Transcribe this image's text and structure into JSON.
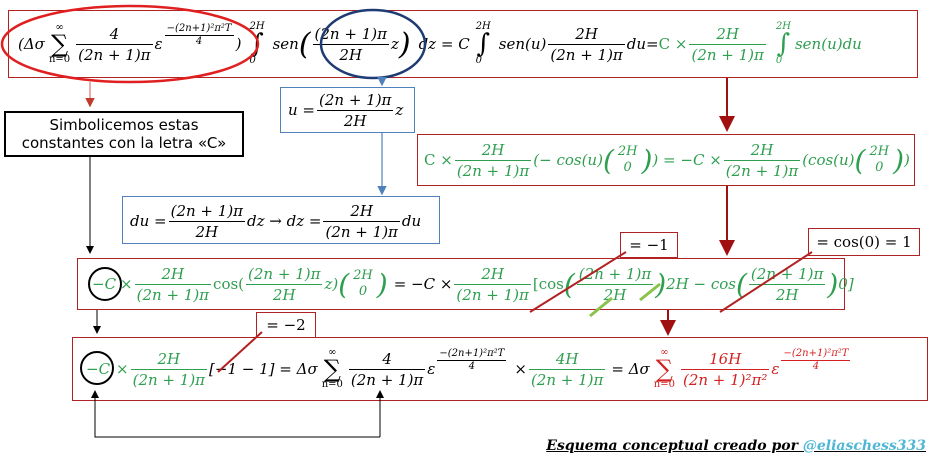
{
  "row1": {
    "lhs_open": "(Δσ",
    "sum_top": "∞",
    "sum_sym": "∑",
    "sum_bottom": "n=0",
    "coef_num": "4",
    "coef_den": "(2n + 1)π",
    "exp_base": "ε",
    "exp_num": "−(2n+1)²π²T",
    "exp_den": "4",
    "lhs_close": ")",
    "integral_top": "2H",
    "integral_bottom": "0",
    "sen": "sen",
    "arg_num": "(2n + 1)π",
    "arg_den": "2H",
    "arg_var": "z",
    "dz_eq_c": "dz = C",
    "sen_u": "sen(u)",
    "factor_num": "2H",
    "factor_den": "(2n + 1)π",
    "du_eq": "du=",
    "c_times": "C ×",
    "tail": "sen(u)du"
  },
  "const_label": "Simbolicemos estas constantes con la letra «C»",
  "u_def": {
    "lhs": "u =",
    "num": "(2n + 1)π",
    "den": "2H",
    "var": "z"
  },
  "du_def": {
    "lhs": "du =",
    "num1": "(2n + 1)π",
    "den1": "2H",
    "mid": "dz → dz =",
    "num2": "2H",
    "den2": "(2n + 1)π",
    "end": "du"
  },
  "eval_box": {
    "c_times": "C ×",
    "num": "2H",
    "den": "(2n + 1)π",
    "mid": "(− cos(u)",
    "b_top": "2H",
    "b_bottom": "0",
    "eq": ") = −C ×",
    "num2": "2H",
    "den2": "(2n + 1)π",
    "mid2": "(cos(u)",
    "end": ")"
  },
  "row3": {
    "neg_c": "−C",
    "times": "×",
    "num": "2H",
    "den": "(2n + 1)π",
    "cos": "cos(",
    "arg_num": "(2n + 1)π",
    "arg_den": "2H",
    "arg_end": "z)",
    "b_top": "2H",
    "b_bottom": "0",
    "eq": "= −C ×",
    "num2": "2H",
    "den2": "(2n + 1)π",
    "bracket_open": "[cos",
    "cos_num": "(2n + 1)π",
    "cos_den": "2H",
    "mid_2h": "2H − cos",
    "cos2_num": "(2n + 1)π",
    "cos2_den": "2H",
    "bracket_close": "0]"
  },
  "annot_minus1": "= −1",
  "annot_cos0": "= cos(0) = 1",
  "annot_minus2": "= −2",
  "row4": {
    "neg_c": "−C",
    "times": "×",
    "num": "2H",
    "den": "(2n + 1)π",
    "bracket": "[−1 − 1] = Δσ",
    "sum_top": "∞",
    "sum_sym": "∑",
    "sum_bottom": "n=0",
    "coef_num": "4",
    "coef_den": "(2n + 1)π",
    "exp_base": "ε",
    "exp_num": "−(2n+1)²π²T",
    "exp_den": "4",
    "times2": "×",
    "factor_num": "4H",
    "factor_den": "(2n + 1)π",
    "eq": "= Δσ",
    "res_sum_top": "∞",
    "res_sum_sym": "∑",
    "res_sum_bottom": "n=0",
    "res_num": "16H",
    "res_den": "(2n + 1)²π²",
    "res_base": "ε",
    "res_exp_num": "−(2n+1)²π²T",
    "res_exp_den": "4"
  },
  "footer": {
    "text": "Esquema  conceptual creado por ",
    "handle": "@eliaschess333"
  },
  "colors": {
    "red_frame": "#b22222",
    "blue_frame": "#4f81bd",
    "green": "#2e9e4f",
    "red_text": "#d42020",
    "handle": "#4fb6d6"
  }
}
